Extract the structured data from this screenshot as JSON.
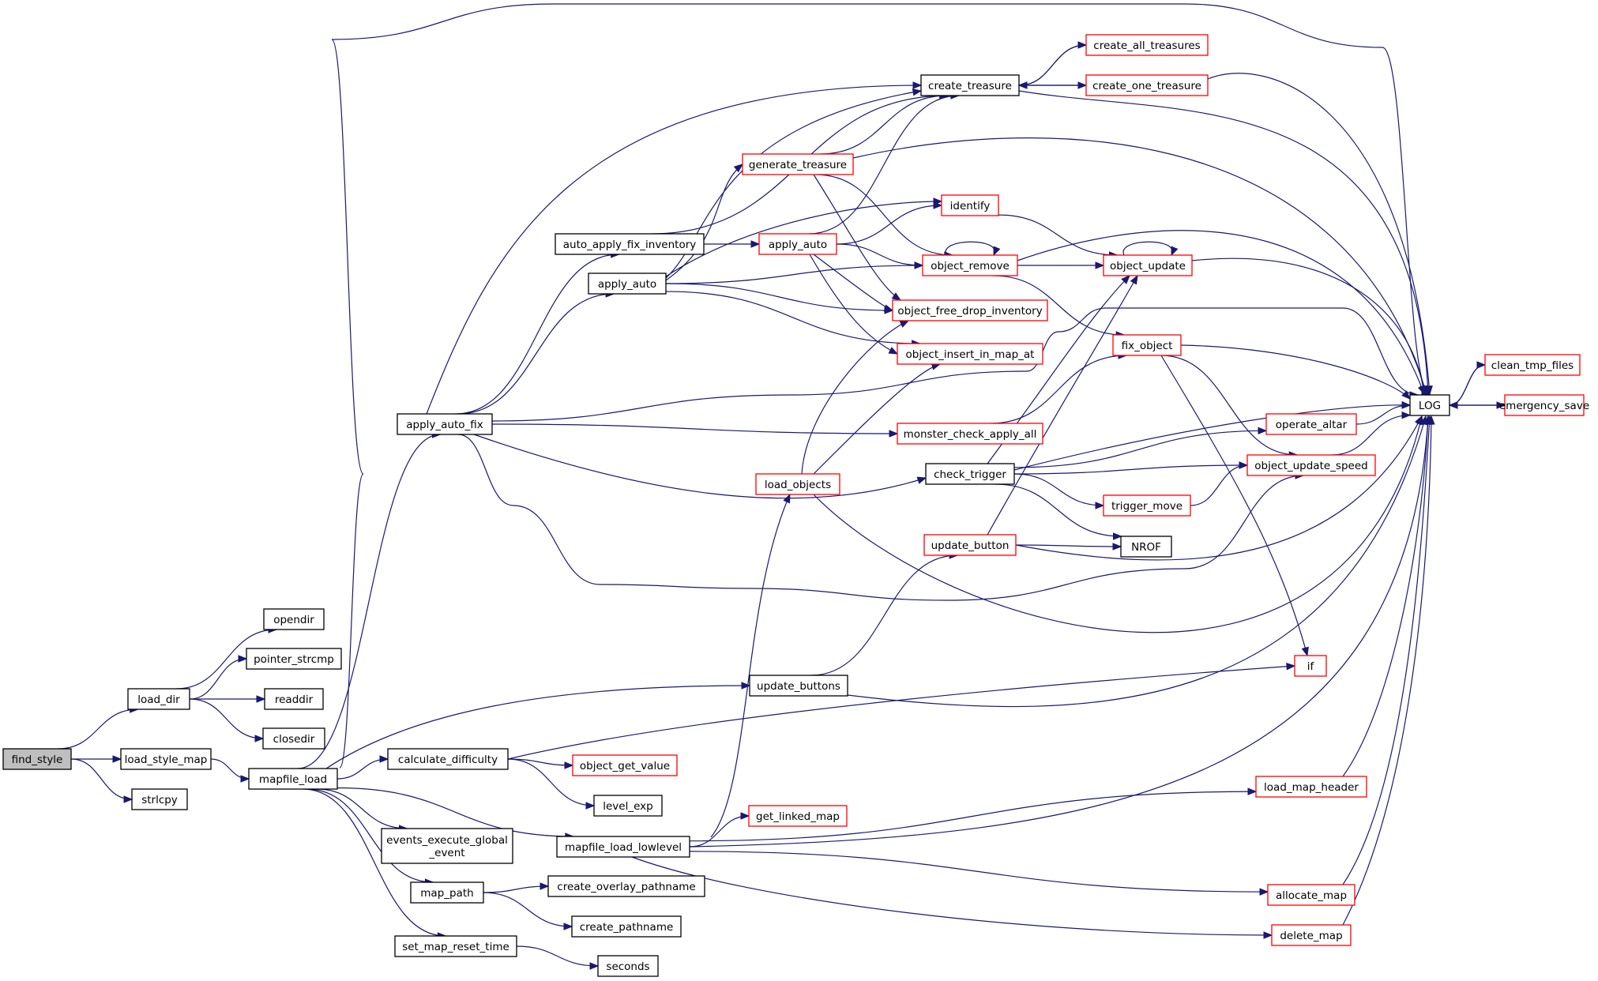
{
  "graph": {
    "nodes": [
      {
        "id": "find_style",
        "label": "find_style",
        "color": "gray"
      },
      {
        "id": "load_dir",
        "label": "load_dir",
        "color": "black"
      },
      {
        "id": "load_style_map",
        "label": "load_style_map",
        "color": "black"
      },
      {
        "id": "strlcpy",
        "label": "strlcpy",
        "color": "black"
      },
      {
        "id": "opendir",
        "label": "opendir",
        "color": "black"
      },
      {
        "id": "pointer_strcmp",
        "label": "pointer_strcmp",
        "color": "black"
      },
      {
        "id": "readdir",
        "label": "readdir",
        "color": "black"
      },
      {
        "id": "closedir",
        "label": "closedir",
        "color": "black"
      },
      {
        "id": "mapfile_load",
        "label": "mapfile_load",
        "color": "black"
      },
      {
        "id": "apply_auto_fix",
        "label": "apply_auto_fix",
        "color": "black"
      },
      {
        "id": "calculate_difficulty",
        "label": "calculate_difficulty",
        "color": "black"
      },
      {
        "id": "events_execute_global_event",
        "label": [
          "events_execute_global",
          "_event"
        ],
        "color": "black"
      },
      {
        "id": "map_path",
        "label": "map_path",
        "color": "black"
      },
      {
        "id": "set_map_reset_time",
        "label": "set_map_reset_time",
        "color": "black"
      },
      {
        "id": "auto_apply_fix_inventory",
        "label": "auto_apply_fix_inventory",
        "color": "black"
      },
      {
        "id": "apply_auto_blk",
        "label": "apply_auto",
        "color": "black"
      },
      {
        "id": "update_buttons",
        "label": "update_buttons",
        "color": "black"
      },
      {
        "id": "object_get_value",
        "label": "object_get_value",
        "color": "red"
      },
      {
        "id": "level_exp",
        "label": "level_exp",
        "color": "black"
      },
      {
        "id": "mapfile_load_lowlevel",
        "label": "mapfile_load_lowlevel",
        "color": "black"
      },
      {
        "id": "create_overlay_pathname",
        "label": "create_overlay_pathname",
        "color": "black"
      },
      {
        "id": "create_pathname",
        "label": "create_pathname",
        "color": "black"
      },
      {
        "id": "seconds",
        "label": "seconds",
        "color": "black"
      },
      {
        "id": "generate_treasure",
        "label": "generate_treasure",
        "color": "red"
      },
      {
        "id": "apply_auto_red",
        "label": "apply_auto",
        "color": "red"
      },
      {
        "id": "load_objects",
        "label": "load_objects",
        "color": "red"
      },
      {
        "id": "get_linked_map",
        "label": "get_linked_map",
        "color": "red"
      },
      {
        "id": "create_treasure",
        "label": "create_treasure",
        "color": "black"
      },
      {
        "id": "identify",
        "label": "identify",
        "color": "red"
      },
      {
        "id": "object_remove",
        "label": "object_remove",
        "color": "red"
      },
      {
        "id": "object_free_drop_inventory",
        "label": "object_free_drop_inventory",
        "color": "red"
      },
      {
        "id": "object_insert_in_map_at",
        "label": "object_insert_in_map_at",
        "color": "red"
      },
      {
        "id": "monster_check_apply_all",
        "label": "monster_check_apply_all",
        "color": "red"
      },
      {
        "id": "check_trigger",
        "label": "check_trigger",
        "color": "black"
      },
      {
        "id": "update_button",
        "label": "update_button",
        "color": "red"
      },
      {
        "id": "create_all_treasures",
        "label": "create_all_treasures",
        "color": "red"
      },
      {
        "id": "create_one_treasure",
        "label": "create_one_treasure",
        "color": "red"
      },
      {
        "id": "object_update",
        "label": "object_update",
        "color": "red"
      },
      {
        "id": "fix_object",
        "label": "fix_object",
        "color": "red"
      },
      {
        "id": "trigger_move",
        "label": "trigger_move",
        "color": "red"
      },
      {
        "id": "NROF",
        "label": "NROF",
        "color": "black"
      },
      {
        "id": "operate_altar",
        "label": "operate_altar",
        "color": "red"
      },
      {
        "id": "object_update_speed",
        "label": "object_update_speed",
        "color": "red"
      },
      {
        "id": "if",
        "label": "if",
        "color": "red"
      },
      {
        "id": "load_map_header",
        "label": "load_map_header",
        "color": "red"
      },
      {
        "id": "allocate_map",
        "label": "allocate_map",
        "color": "red"
      },
      {
        "id": "delete_map",
        "label": "delete_map",
        "color": "red"
      },
      {
        "id": "LOG",
        "label": "LOG",
        "color": "black"
      },
      {
        "id": "clean_tmp_files",
        "label": "clean_tmp_files",
        "color": "red"
      },
      {
        "id": "emergency_save",
        "label": "emergency_save",
        "color": "red"
      }
    ],
    "edges": [
      [
        "find_style",
        "load_dir"
      ],
      [
        "find_style",
        "load_style_map"
      ],
      [
        "find_style",
        "strlcpy"
      ],
      [
        "load_dir",
        "opendir"
      ],
      [
        "load_dir",
        "pointer_strcmp"
      ],
      [
        "load_dir",
        "readdir"
      ],
      [
        "load_dir",
        "closedir"
      ],
      [
        "load_style_map",
        "mapfile_load"
      ],
      [
        "mapfile_load",
        "apply_auto_fix"
      ],
      [
        "mapfile_load",
        "calculate_difficulty"
      ],
      [
        "mapfile_load",
        "events_execute_global_event"
      ],
      [
        "mapfile_load",
        "map_path"
      ],
      [
        "mapfile_load",
        "set_map_reset_time"
      ],
      [
        "mapfile_load",
        "update_buttons"
      ],
      [
        "mapfile_load",
        "mapfile_load_lowlevel"
      ],
      [
        "mapfile_load",
        "LOG"
      ],
      [
        "apply_auto_fix",
        "auto_apply_fix_inventory"
      ],
      [
        "apply_auto_fix",
        "apply_auto_blk"
      ],
      [
        "apply_auto_fix",
        "create_treasure"
      ],
      [
        "apply_auto_fix",
        "monster_check_apply_all"
      ],
      [
        "apply_auto_fix",
        "check_trigger"
      ],
      [
        "apply_auto_fix",
        "object_update_speed"
      ],
      [
        "apply_auto_fix",
        "LOG"
      ],
      [
        "auto_apply_fix_inventory",
        "apply_auto_red"
      ],
      [
        "auto_apply_fix_inventory",
        "create_treasure"
      ],
      [
        "apply_auto_blk",
        "create_treasure"
      ],
      [
        "apply_auto_blk",
        "generate_treasure"
      ],
      [
        "apply_auto_blk",
        "identify"
      ],
      [
        "apply_auto_blk",
        "object_remove"
      ],
      [
        "apply_auto_blk",
        "object_free_drop_inventory"
      ],
      [
        "apply_auto_blk",
        "object_insert_in_map_at"
      ],
      [
        "generate_treasure",
        "create_treasure"
      ],
      [
        "generate_treasure",
        "object_remove"
      ],
      [
        "generate_treasure",
        "object_free_drop_inventory"
      ],
      [
        "generate_treasure",
        "LOG"
      ],
      [
        "apply_auto_red",
        "create_treasure"
      ],
      [
        "apply_auto_red",
        "identify"
      ],
      [
        "apply_auto_red",
        "object_remove"
      ],
      [
        "apply_auto_red",
        "object_free_drop_inventory"
      ],
      [
        "apply_auto_red",
        "object_insert_in_map_at"
      ],
      [
        "create_treasure",
        "create_all_treasures"
      ],
      [
        "create_treasure",
        "create_one_treasure"
      ],
      [
        "create_treasure",
        "LOG"
      ],
      [
        "create_all_treasures",
        "create_treasure"
      ],
      [
        "create_one_treasure",
        "create_treasure"
      ],
      [
        "create_one_treasure",
        "LOG"
      ],
      [
        "identify",
        "object_update"
      ],
      [
        "object_remove",
        "object_remove"
      ],
      [
        "object_remove",
        "object_update"
      ],
      [
        "object_remove",
        "fix_object"
      ],
      [
        "object_remove",
        "LOG"
      ],
      [
        "object_update",
        "object_update"
      ],
      [
        "object_update",
        "LOG"
      ],
      [
        "fix_object",
        "LOG"
      ],
      [
        "fix_object",
        "object_update_speed"
      ],
      [
        "fix_object",
        "if"
      ],
      [
        "monster_check_apply_all",
        "fix_object"
      ],
      [
        "check_trigger",
        "object_update"
      ],
      [
        "check_trigger",
        "operate_altar"
      ],
      [
        "check_trigger",
        "object_update_speed"
      ],
      [
        "check_trigger",
        "trigger_move"
      ],
      [
        "check_trigger",
        "NROF"
      ],
      [
        "check_trigger",
        "LOG"
      ],
      [
        "update_button",
        "object_update"
      ],
      [
        "update_button",
        "NROF"
      ],
      [
        "update_button",
        "LOG"
      ],
      [
        "update_buttons",
        "update_button"
      ],
      [
        "update_buttons",
        "LOG"
      ],
      [
        "calculate_difficulty",
        "object_get_value"
      ],
      [
        "calculate_difficulty",
        "level_exp"
      ],
      [
        "calculate_difficulty",
        "if"
      ],
      [
        "mapfile_load_lowlevel",
        "load_objects"
      ],
      [
        "mapfile_load_lowlevel",
        "get_linked_map"
      ],
      [
        "mapfile_load_lowlevel",
        "load_map_header"
      ],
      [
        "mapfile_load_lowlevel",
        "allocate_map"
      ],
      [
        "mapfile_load_lowlevel",
        "delete_map"
      ],
      [
        "mapfile_load_lowlevel",
        "LOG"
      ],
      [
        "load_objects",
        "object_free_drop_inventory"
      ],
      [
        "load_objects",
        "object_insert_in_map_at"
      ],
      [
        "load_objects",
        "LOG"
      ],
      [
        "map_path",
        "create_overlay_pathname"
      ],
      [
        "map_path",
        "create_pathname"
      ],
      [
        "set_map_reset_time",
        "seconds"
      ],
      [
        "operate_altar",
        "LOG"
      ],
      [
        "object_update_speed",
        "LOG"
      ],
      [
        "trigger_move",
        "object_update_speed"
      ],
      [
        "load_map_header",
        "LOG"
      ],
      [
        "allocate_map",
        "LOG"
      ],
      [
        "delete_map",
        "LOG"
      ],
      [
        "LOG",
        "clean_tmp_files"
      ],
      [
        "LOG",
        "emergency_save"
      ],
      [
        "clean_tmp_files",
        "LOG"
      ],
      [
        "emergency_save",
        "LOG"
      ]
    ]
  },
  "colors": {
    "edge": "#191970",
    "black_border": "#000000",
    "red_border": "#ff0000",
    "root_fill": "#bfbfbf",
    "background": "#ffffff"
  }
}
